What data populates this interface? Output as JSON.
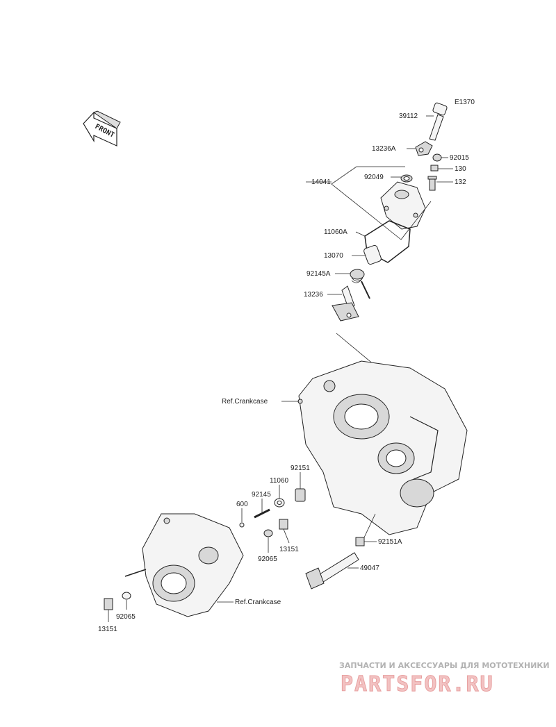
{
  "diagram": {
    "code": "E1370",
    "front_label": "FRONT",
    "callouts": [
      {
        "id": "39112",
        "text": "39112"
      },
      {
        "id": "13236A",
        "text": "13236A"
      },
      {
        "id": "92015",
        "text": "92015"
      },
      {
        "id": "130",
        "text": "130"
      },
      {
        "id": "92049",
        "text": "92049"
      },
      {
        "id": "132",
        "text": "132"
      },
      {
        "id": "14041",
        "text": "14041"
      },
      {
        "id": "11060A",
        "text": "11060A"
      },
      {
        "id": "13070",
        "text": "13070"
      },
      {
        "id": "92145A",
        "text": "92145A"
      },
      {
        "id": "13236",
        "text": "13236"
      },
      {
        "id": "ref-crankcase-1",
        "text": "Ref.Crankcase"
      },
      {
        "id": "92151",
        "text": "92151"
      },
      {
        "id": "11060",
        "text": "11060"
      },
      {
        "id": "92145",
        "text": "92145"
      },
      {
        "id": "600",
        "text": "600"
      },
      {
        "id": "13151-a",
        "text": "13151"
      },
      {
        "id": "92065-a",
        "text": "92065"
      },
      {
        "id": "92151A",
        "text": "92151A"
      },
      {
        "id": "49047",
        "text": "49047"
      },
      {
        "id": "ref-crankcase-2",
        "text": "Ref.Crankcase"
      },
      {
        "id": "92065-b",
        "text": "92065"
      },
      {
        "id": "13151-b",
        "text": "13151"
      }
    ]
  },
  "watermark": {
    "tagline": "ЗАПЧАСТИ И АКСЕССУАРЫ ДЛЯ МОТОТЕХНИКИ",
    "logo": "PARTSFOR.RU"
  }
}
